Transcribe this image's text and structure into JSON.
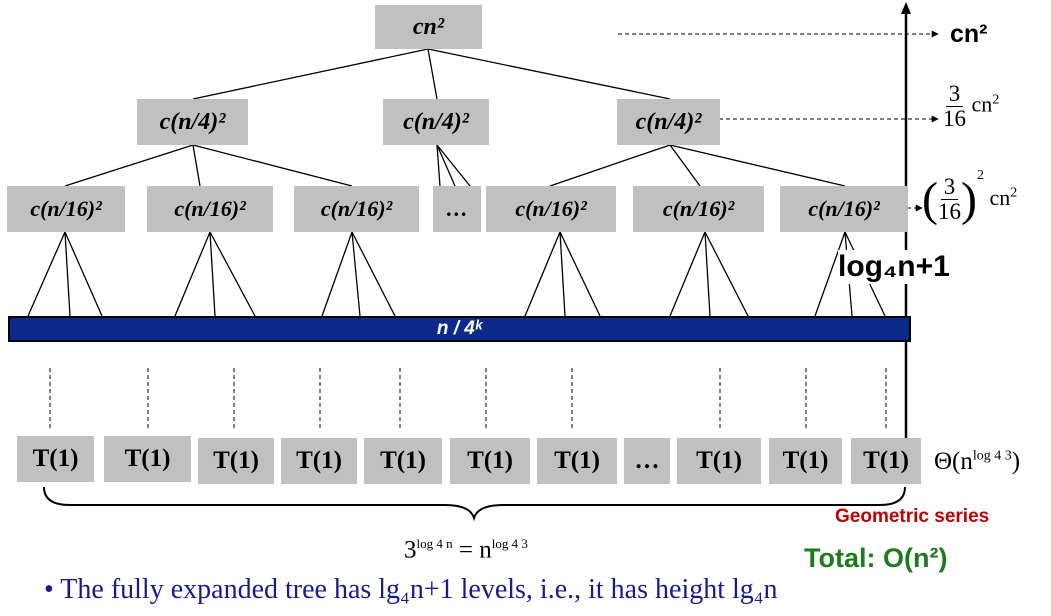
{
  "tree": {
    "root": "cn²",
    "level1": [
      "c(n/4)²",
      "c(n/4)²",
      "c(n/4)²"
    ],
    "level2": [
      "c(n/16)²",
      "c(n/16)²",
      "c(n/16)²",
      "…",
      "c(n/16)²",
      "c(n/16)²",
      "c(n/16)²"
    ],
    "band": "n / 4ᵏ",
    "leaves": [
      "T(1)",
      "T(1)",
      "T(1)",
      "T(1)",
      "T(1)",
      "T(1)",
      "T(1)",
      "…",
      "T(1)",
      "T(1)",
      "T(1)"
    ]
  },
  "costs": {
    "level0": "cn²",
    "level1_num": "3",
    "level1_den": "16",
    "level1_suffix": "cn",
    "level1_exp": "2",
    "level2_num": "3",
    "level2_den": "16",
    "level2_outer_exp": "2",
    "level2_suffix": "cn",
    "level2_exp": "2",
    "leaves": "Θ(n",
    "leaves_exp": "log 4 3",
    "leaves_close": ")"
  },
  "height_label": "log₄n+1",
  "identity": {
    "base": "3",
    "base_exp": "log 4 n",
    "equals": "= n",
    "rhs_exp": "log 4 3"
  },
  "geometric_series": "Geometric series",
  "total": "Total: O(n²)",
  "bullet": "• The fully expanded tree has lg₄n+1 levels, i.e., it has height lg₄n",
  "colors": {
    "node": "#c0c0c0",
    "band": "#0b2a8c",
    "geometric": "#c00000",
    "total": "#1e7a1e",
    "bullet": "#1a1a8c"
  }
}
